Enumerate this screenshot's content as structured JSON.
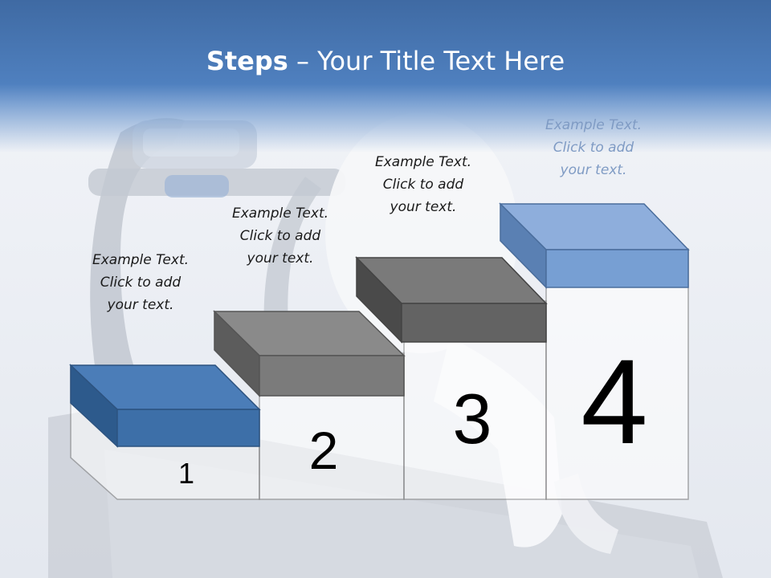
{
  "title": {
    "bold": "Steps",
    "rest": " – Your Title Text Here"
  },
  "steps": [
    {
      "number": "1",
      "text": "Example Text.\nClick  to add\nyour text.",
      "color": "#4472a8"
    },
    {
      "number": "2",
      "text": "Example Text.\nClick  to add\nyour text.",
      "color": "#7f7f7f"
    },
    {
      "number": "3",
      "text": "Example Text.\nClick  to add\nyour text.",
      "color": "#6e6e6e"
    },
    {
      "number": "4",
      "text": "Example Text.\nClick  to add\nyour text.",
      "color": "#7aa0d4"
    }
  ],
  "colors": {
    "title_bar": "#4a78b4",
    "blue_block": "#4a7ab4",
    "gray_block": "#7a7a7a"
  }
}
